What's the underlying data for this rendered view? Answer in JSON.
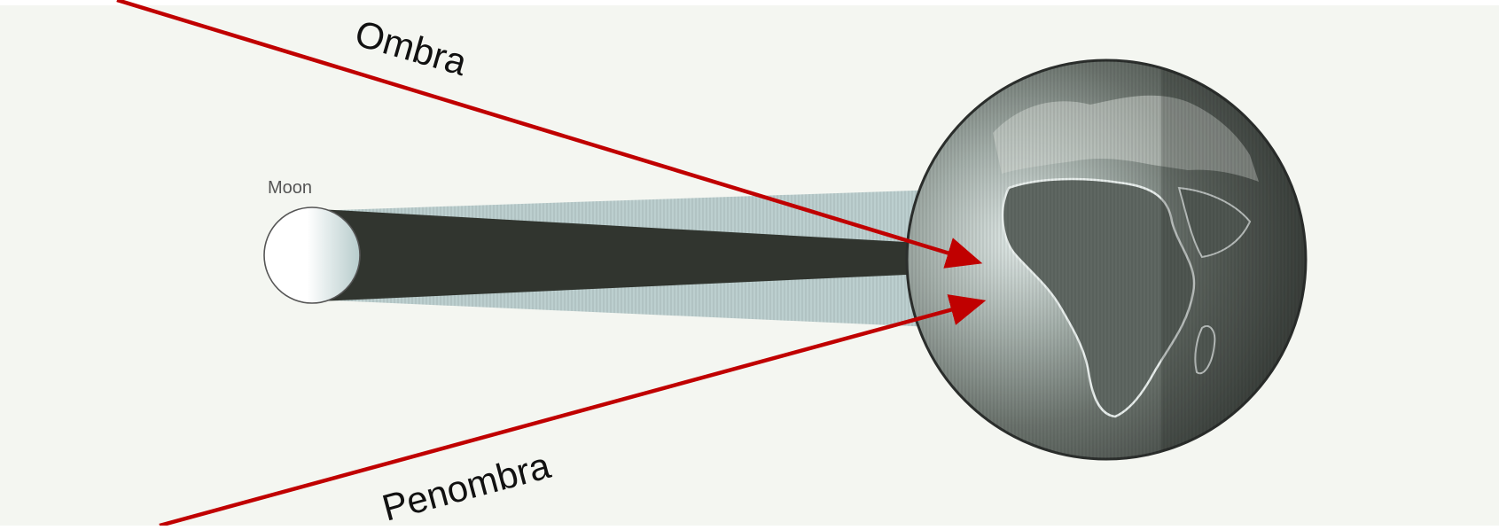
{
  "diagram": {
    "moon_label": "Moon",
    "umbra_label": "Ombra",
    "penumbra_label": "Penombra"
  },
  "colors": {
    "page_background": "#ffffff",
    "paper": "#f4f6f1",
    "penumbra": "#bccfcf",
    "umbra": "#31352f",
    "moon_fill": "#ffffff",
    "moon_outline": "#555555",
    "arrow": "#c00000",
    "earth_dark": "#2f3330",
    "earth_mid": "#6a726c",
    "earth_light": "#dfe8e6",
    "land": "#cfd6d0",
    "label_text": "#111111",
    "moon_text": "#555555"
  }
}
